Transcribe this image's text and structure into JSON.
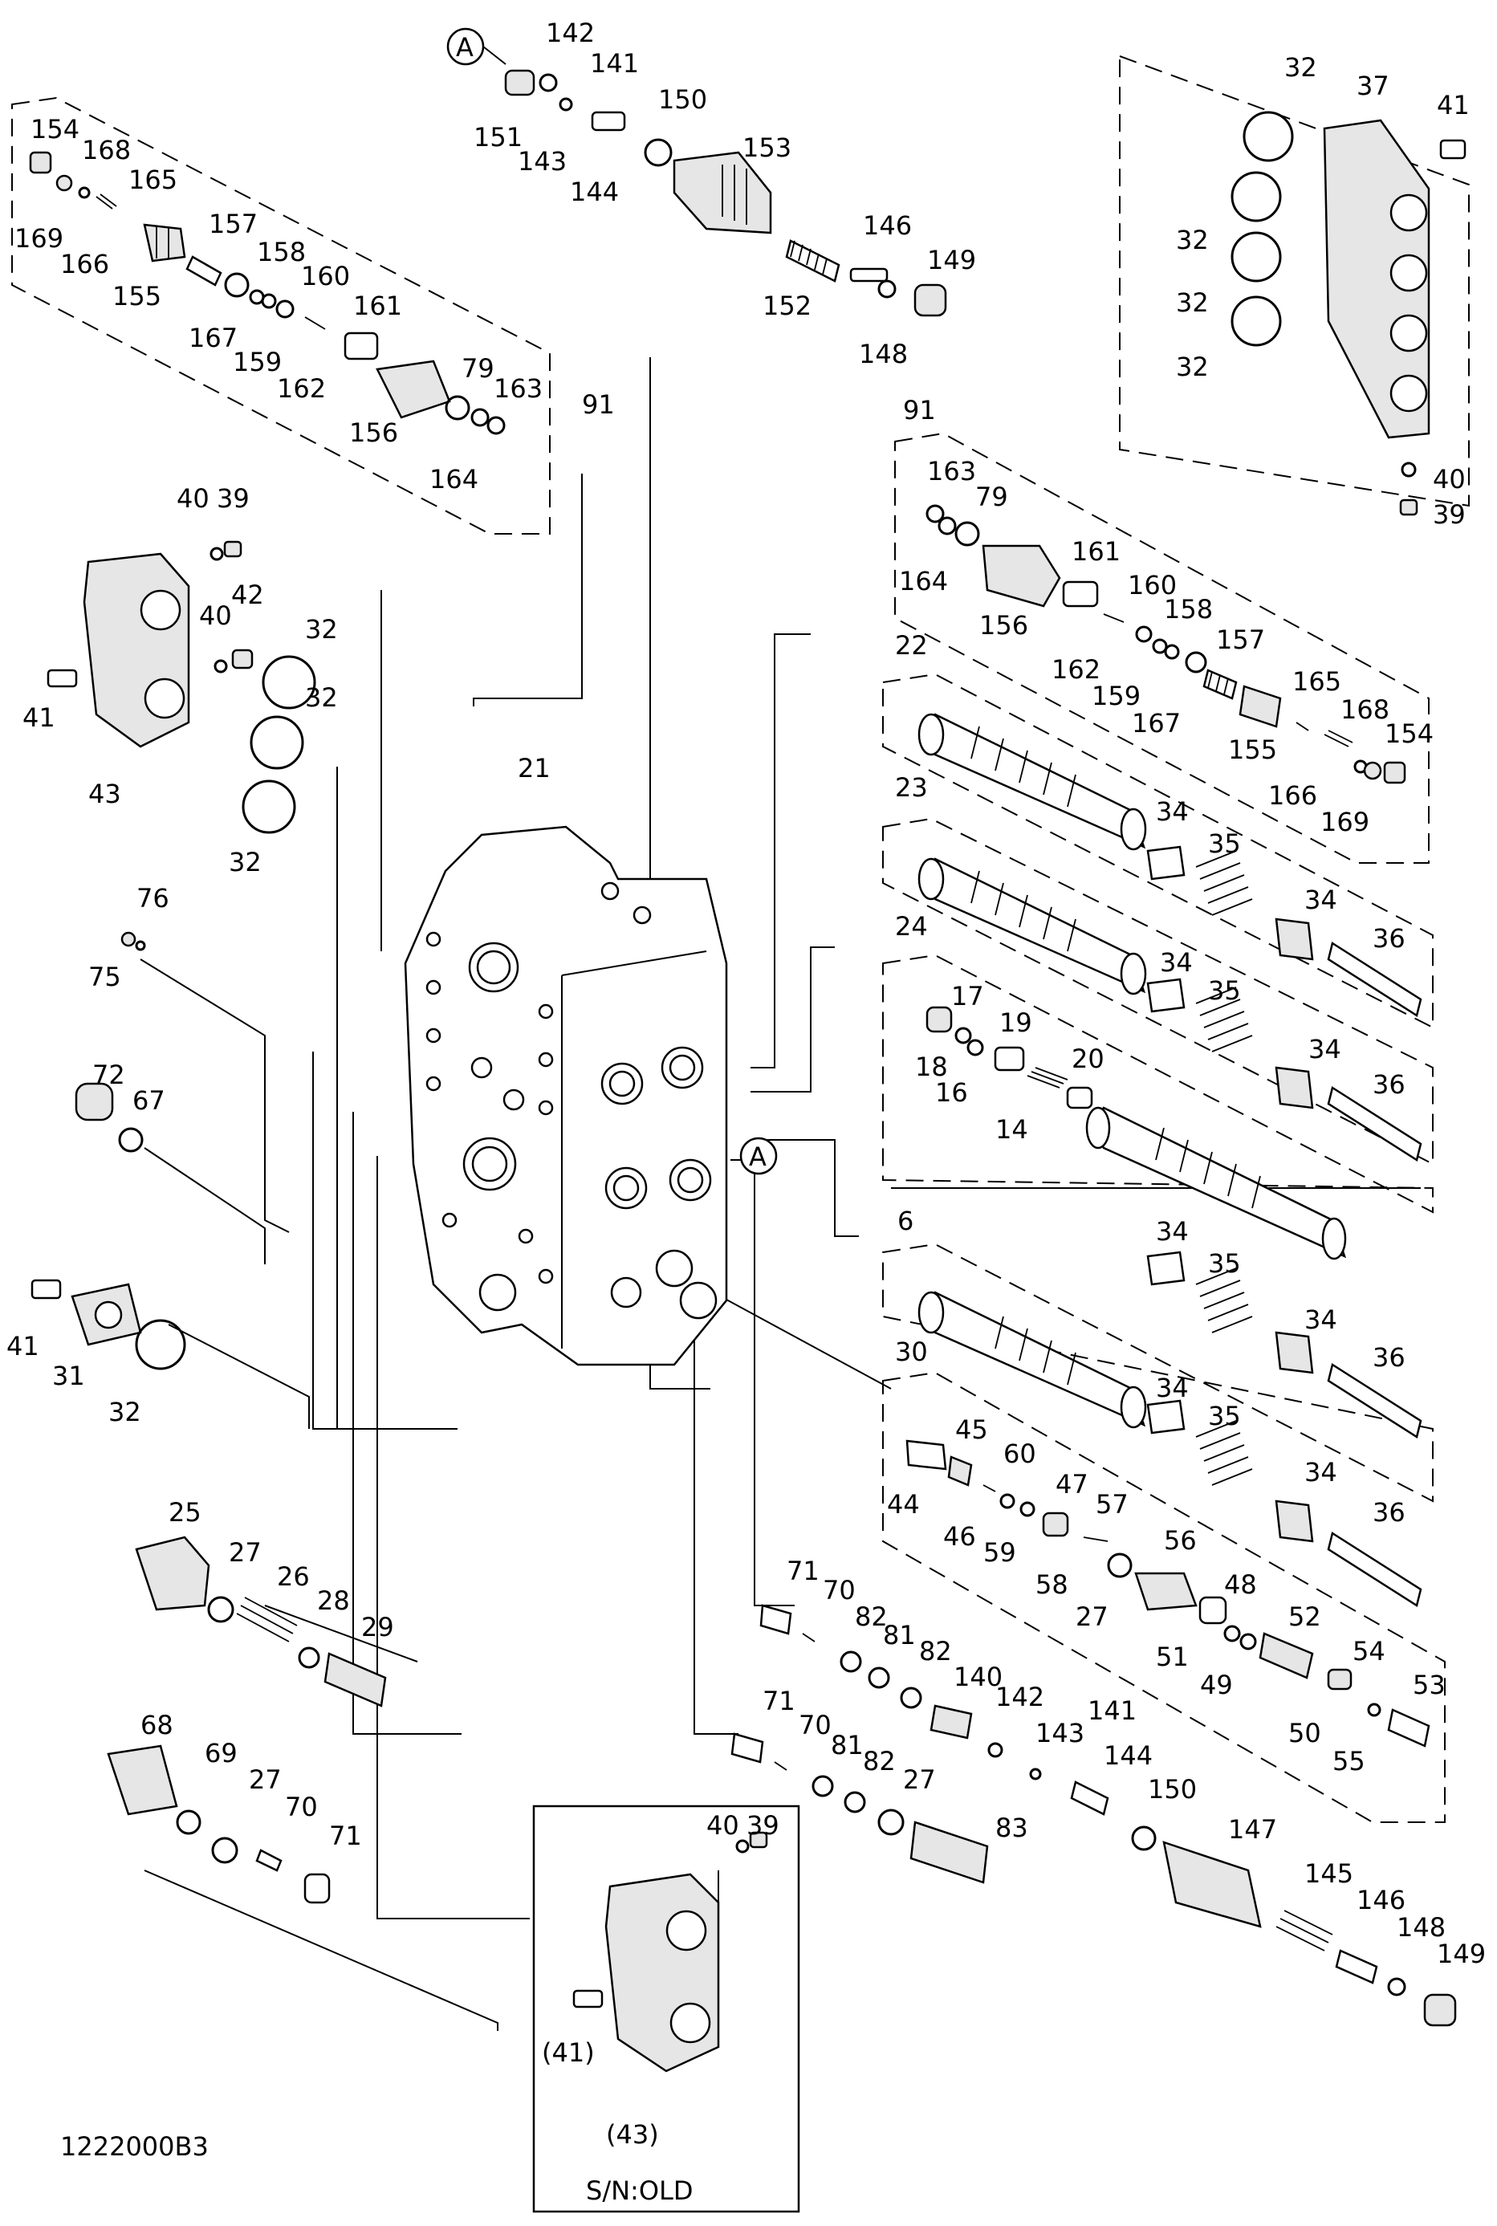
{
  "diagram": {
    "drawing_number": "1222000B3",
    "variant_label": "S/N:OLD",
    "callout_a": "A",
    "labels": [
      {
        "id": "l-142a",
        "text": "142"
      },
      {
        "id": "l-141a",
        "text": "141"
      },
      {
        "id": "l-151",
        "text": "151"
      },
      {
        "id": "l-143a",
        "text": "143"
      },
      {
        "id": "l-144a",
        "text": "144"
      },
      {
        "id": "l-150a",
        "text": "150"
      },
      {
        "id": "l-153",
        "text": "153"
      },
      {
        "id": "l-152",
        "text": "152"
      },
      {
        "id": "l-146a",
        "text": "146"
      },
      {
        "id": "l-149a",
        "text": "149"
      },
      {
        "id": "l-148a",
        "text": "148"
      },
      {
        "id": "l-154a",
        "text": "154"
      },
      {
        "id": "l-168a",
        "text": "168"
      },
      {
        "id": "l-165a",
        "text": "165"
      },
      {
        "id": "l-169a",
        "text": "169"
      },
      {
        "id": "l-166a",
        "text": "166"
      },
      {
        "id": "l-157a",
        "text": "157"
      },
      {
        "id": "l-158a",
        "text": "158"
      },
      {
        "id": "l-155a",
        "text": "155"
      },
      {
        "id": "l-160a",
        "text": "160"
      },
      {
        "id": "l-161a",
        "text": "161"
      },
      {
        "id": "l-167a",
        "text": "167"
      },
      {
        "id": "l-159a",
        "text": "159"
      },
      {
        "id": "l-162a",
        "text": "162"
      },
      {
        "id": "l-79a",
        "text": "79"
      },
      {
        "id": "l-163a",
        "text": "163"
      },
      {
        "id": "l-156a",
        "text": "156"
      },
      {
        "id": "l-164a",
        "text": "164"
      },
      {
        "id": "l-91a",
        "text": "91"
      },
      {
        "id": "l-32a",
        "text": "32"
      },
      {
        "id": "l-37",
        "text": "37"
      },
      {
        "id": "l-41a",
        "text": "41"
      },
      {
        "id": "l-32b",
        "text": "32"
      },
      {
        "id": "l-32c",
        "text": "32"
      },
      {
        "id": "l-32d",
        "text": "32"
      },
      {
        "id": "l-40a",
        "text": "40"
      },
      {
        "id": "l-39a",
        "text": "39"
      },
      {
        "id": "l-91b",
        "text": "91"
      },
      {
        "id": "l-163b",
        "text": "163"
      },
      {
        "id": "l-79b",
        "text": "79"
      },
      {
        "id": "l-164b",
        "text": "164"
      },
      {
        "id": "l-161b",
        "text": "161"
      },
      {
        "id": "l-156b",
        "text": "156"
      },
      {
        "id": "l-160b",
        "text": "160"
      },
      {
        "id": "l-158b",
        "text": "158"
      },
      {
        "id": "l-162b",
        "text": "162"
      },
      {
        "id": "l-157b",
        "text": "157"
      },
      {
        "id": "l-159b",
        "text": "159"
      },
      {
        "id": "l-167b",
        "text": "167"
      },
      {
        "id": "l-165b",
        "text": "165"
      },
      {
        "id": "l-168b",
        "text": "168"
      },
      {
        "id": "l-154b",
        "text": "154"
      },
      {
        "id": "l-155b",
        "text": "155"
      },
      {
        "id": "l-166b",
        "text": "166"
      },
      {
        "id": "l-169b",
        "text": "169"
      },
      {
        "id": "l-40b",
        "text": "40"
      },
      {
        "id": "l-39b",
        "text": "39"
      },
      {
        "id": "l-40c",
        "text": "40"
      },
      {
        "id": "l-42",
        "text": "42"
      },
      {
        "id": "l-32e",
        "text": "32"
      },
      {
        "id": "l-32f",
        "text": "32"
      },
      {
        "id": "l-41b",
        "text": "41"
      },
      {
        "id": "l-43",
        "text": "43"
      },
      {
        "id": "l-32g",
        "text": "32"
      },
      {
        "id": "l-21",
        "text": "21"
      },
      {
        "id": "l-22",
        "text": "22"
      },
      {
        "id": "l-23",
        "text": "23"
      },
      {
        "id": "l-34a",
        "text": "34"
      },
      {
        "id": "l-35a",
        "text": "35"
      },
      {
        "id": "l-34b",
        "text": "34"
      },
      {
        "id": "l-36a",
        "text": "36"
      },
      {
        "id": "l-24",
        "text": "24"
      },
      {
        "id": "l-34c",
        "text": "34"
      },
      {
        "id": "l-35b",
        "text": "35"
      },
      {
        "id": "l-17",
        "text": "17"
      },
      {
        "id": "l-19",
        "text": "19"
      },
      {
        "id": "l-18",
        "text": "18"
      },
      {
        "id": "l-16",
        "text": "16"
      },
      {
        "id": "l-20",
        "text": "20"
      },
      {
        "id": "l-14",
        "text": "14"
      },
      {
        "id": "l-34d",
        "text": "34"
      },
      {
        "id": "l-36b",
        "text": "36"
      },
      {
        "id": "l-76",
        "text": "76"
      },
      {
        "id": "l-75",
        "text": "75"
      },
      {
        "id": "l-72",
        "text": "72"
      },
      {
        "id": "l-67",
        "text": "67"
      },
      {
        "id": "l-6",
        "text": "6"
      },
      {
        "id": "l-34e",
        "text": "34"
      },
      {
        "id": "l-35c",
        "text": "35"
      },
      {
        "id": "l-34f",
        "text": "34"
      },
      {
        "id": "l-36c",
        "text": "36"
      },
      {
        "id": "l-41c",
        "text": "41"
      },
      {
        "id": "l-31",
        "text": "31"
      },
      {
        "id": "l-32h",
        "text": "32"
      },
      {
        "id": "l-30",
        "text": "30"
      },
      {
        "id": "l-34g",
        "text": "34"
      },
      {
        "id": "l-35d",
        "text": "35"
      },
      {
        "id": "l-45",
        "text": "45"
      },
      {
        "id": "l-60",
        "text": "60"
      },
      {
        "id": "l-34h",
        "text": "34"
      },
      {
        "id": "l-44",
        "text": "44"
      },
      {
        "id": "l-47",
        "text": "47"
      },
      {
        "id": "l-57",
        "text": "57"
      },
      {
        "id": "l-46",
        "text": "46"
      },
      {
        "id": "l-59",
        "text": "59"
      },
      {
        "id": "l-36d",
        "text": "36"
      },
      {
        "id": "l-58",
        "text": "58"
      },
      {
        "id": "l-56",
        "text": "56"
      },
      {
        "id": "l-25",
        "text": "25"
      },
      {
        "id": "l-27a",
        "text": "27"
      },
      {
        "id": "l-26",
        "text": "26"
      },
      {
        "id": "l-28",
        "text": "28"
      },
      {
        "id": "l-29",
        "text": "29"
      },
      {
        "id": "l-71a",
        "text": "71"
      },
      {
        "id": "l-70a",
        "text": "70"
      },
      {
        "id": "l-82a",
        "text": "82"
      },
      {
        "id": "l-81a",
        "text": "81"
      },
      {
        "id": "l-27b",
        "text": "27"
      },
      {
        "id": "l-48",
        "text": "48"
      },
      {
        "id": "l-51",
        "text": "51"
      },
      {
        "id": "l-49",
        "text": "49"
      },
      {
        "id": "l-52",
        "text": "52"
      },
      {
        "id": "l-54",
        "text": "54"
      },
      {
        "id": "l-82b",
        "text": "82"
      },
      {
        "id": "l-140",
        "text": "140"
      },
      {
        "id": "l-142b",
        "text": "142"
      },
      {
        "id": "l-53",
        "text": "53"
      },
      {
        "id": "l-50",
        "text": "50"
      },
      {
        "id": "l-55",
        "text": "55"
      },
      {
        "id": "l-71b",
        "text": "71"
      },
      {
        "id": "l-70b",
        "text": "70"
      },
      {
        "id": "l-81b",
        "text": "81"
      },
      {
        "id": "l-82c",
        "text": "82"
      },
      {
        "id": "l-27c",
        "text": "27"
      },
      {
        "id": "l-143b",
        "text": "143"
      },
      {
        "id": "l-141b",
        "text": "141"
      },
      {
        "id": "l-144b",
        "text": "144"
      },
      {
        "id": "l-150b",
        "text": "150"
      },
      {
        "id": "l-83",
        "text": "83"
      },
      {
        "id": "l-147",
        "text": "147"
      },
      {
        "id": "l-68",
        "text": "68"
      },
      {
        "id": "l-69",
        "text": "69"
      },
      {
        "id": "l-27d",
        "text": "27"
      },
      {
        "id": "l-70c",
        "text": "70"
      },
      {
        "id": "l-71c",
        "text": "71"
      },
      {
        "id": "l-40d",
        "text": "40"
      },
      {
        "id": "l-39c",
        "text": "39"
      },
      {
        "id": "l-145",
        "text": "145"
      },
      {
        "id": "l-146b",
        "text": "146"
      },
      {
        "id": "l-148b",
        "text": "148"
      },
      {
        "id": "l-149b",
        "text": "149"
      },
      {
        "id": "l-41d",
        "text": "(41)"
      },
      {
        "id": "l-43b",
        "text": "(43)"
      }
    ]
  }
}
